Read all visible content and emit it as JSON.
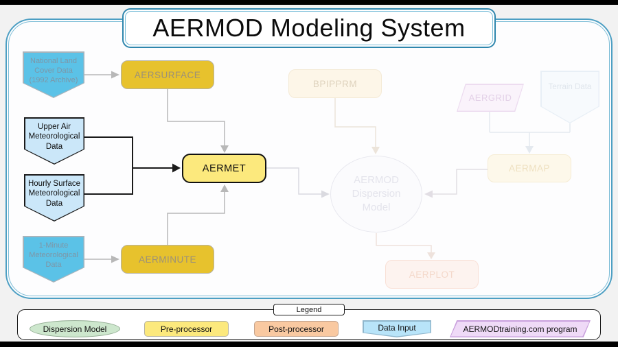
{
  "title": "AERMOD Modeling System",
  "diagram": {
    "inputs": {
      "nlcd": "National Land\nCover Data\n(1992 Archive)",
      "upper_air": "Upper Air\nMeteorological\nData",
      "hourly_surface": "Hourly Surface\nMeteorological\nData",
      "one_minute": "1-Minute\nMeteorological\nData",
      "terrain": "Terrain Data"
    },
    "processors": {
      "aersurface": "AERSURFACE",
      "aermet": "AERMET",
      "aerminute": "AERMINUTE",
      "bpipprm": "BPIPPRM",
      "aergrid": "AERGRID",
      "aermap": "AERMAP",
      "aerplot": "AERPLOT"
    },
    "model": "AERMOD\nDispersion\nModel"
  },
  "legend": {
    "tab": "Legend",
    "items": [
      {
        "label": "Dispersion Model",
        "shape": "ellipse",
        "color": "#cde7cd"
      },
      {
        "label": "Pre-processor",
        "shape": "rounded-rect",
        "color": "#fce97d"
      },
      {
        "label": "Post-processor",
        "shape": "rounded-rect",
        "color": "#f9c9a1"
      },
      {
        "label": "Data Input",
        "shape": "banner",
        "color": "#b8e4f9"
      },
      {
        "label": "AERMODtraining.com program",
        "shape": "parallelogram",
        "color": "#efdaf7"
      }
    ]
  },
  "colors": {
    "panel_border_blue": "#4d9fc3",
    "preprocessor_gold": "#e7c22d",
    "preprocessor_active_yellow": "#fce97d",
    "data_input_blue": "#5bc2e7",
    "data_input_light_blue": "#cbe7f9",
    "dispersion_green": "#cde7cd",
    "postprocessor_orange": "#f9c9a1",
    "training_purple": "#efdaf7",
    "active_arrow_black": "#1a1a1a",
    "arrow_gray": "#b8b8b8"
  }
}
